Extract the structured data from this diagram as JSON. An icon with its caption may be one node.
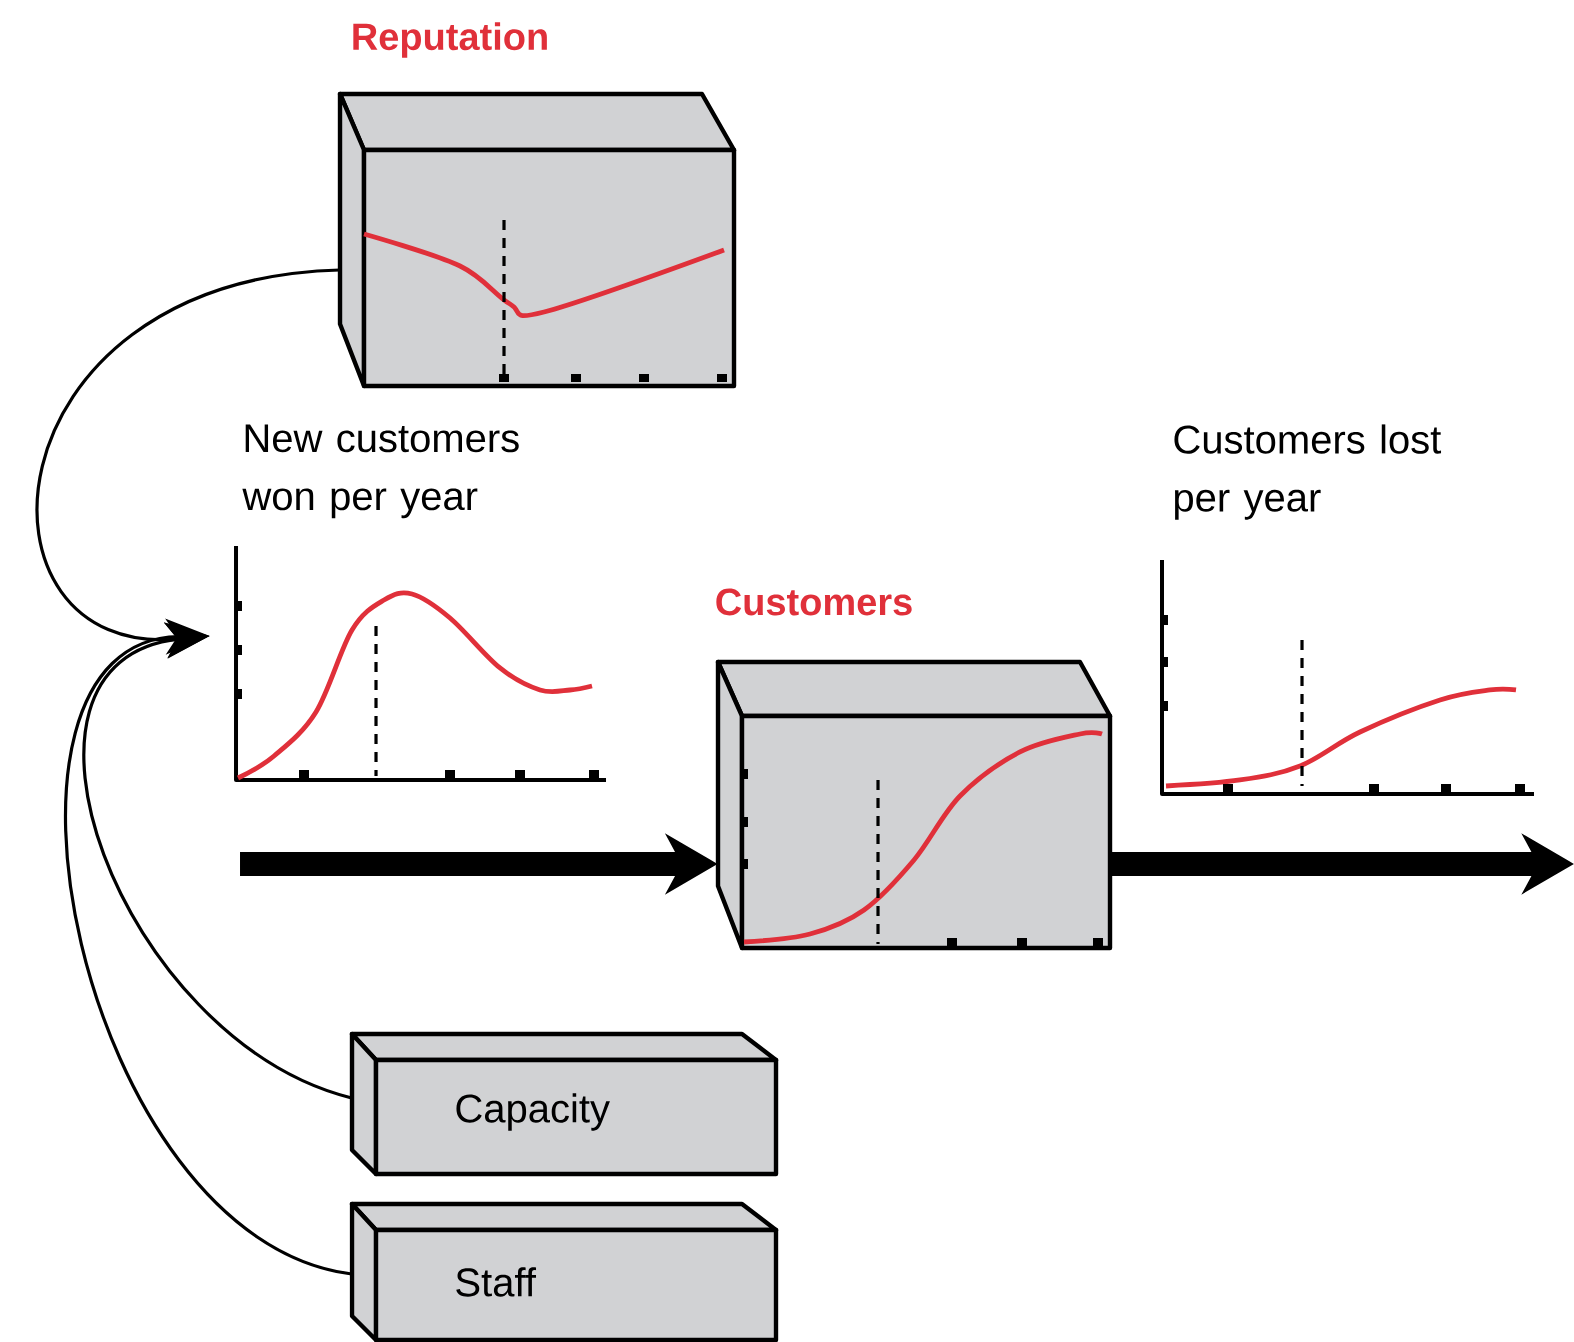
{
  "diagram": {
    "nodes": [
      {
        "text": [
          "Reputation"
        ]
      },
      {
        "text": [
          "New customers won per year"
        ]
      },
      {
        "text": [
          "Customers"
        ]
      },
      {
        "text": [
          "Customers lost per year"
        ]
      },
      {
        "text": [
          "Capacity"
        ]
      },
      {
        "text": [
          "Staff"
        ]
      }
    ],
    "edges": [
      {
        "from": 0,
        "to": 1,
        "arrow": "to"
      },
      {
        "from": 4,
        "to": 1,
        "arrow": "to"
      },
      {
        "from": 5,
        "to": 1,
        "arrow": "to"
      },
      {
        "from": null,
        "to": 2,
        "arrow": "to",
        "style": "thick"
      },
      {
        "from": 2,
        "to": null,
        "arrow": "to",
        "style": "thick"
      }
    ]
  }
}
